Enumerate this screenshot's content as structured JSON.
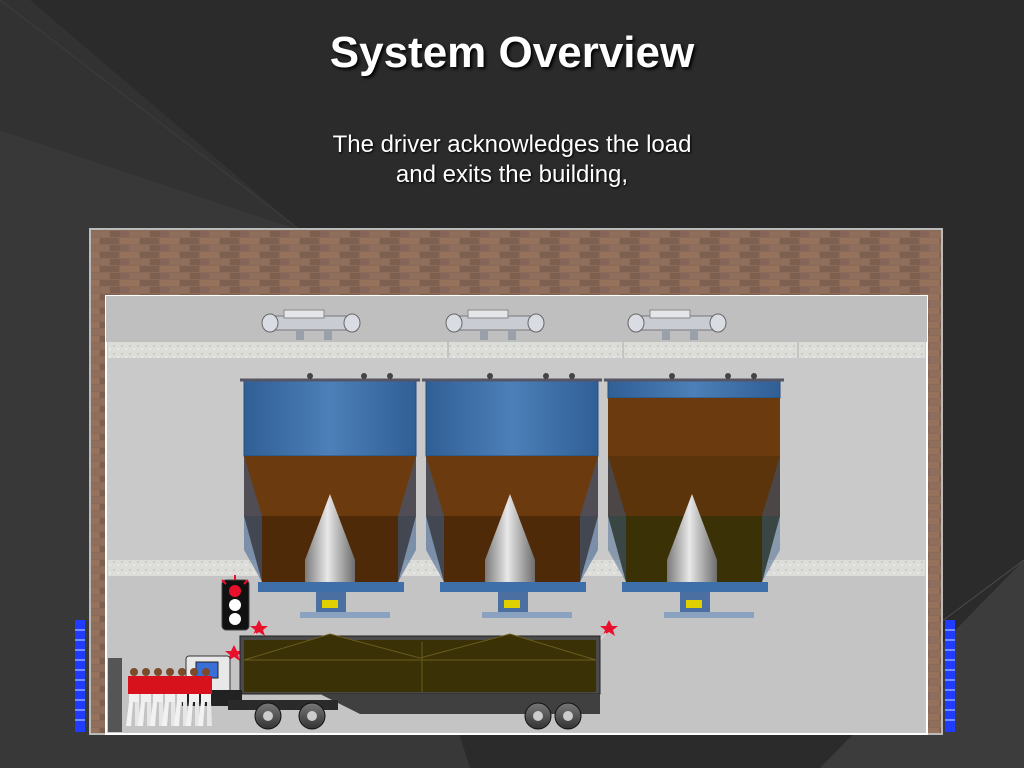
{
  "slide": {
    "title": "System Overview",
    "subtitle_line1": "The driver acknowledges the load",
    "subtitle_line2": "and exits the building,"
  },
  "scene": {
    "silos": [
      {
        "name": "silo-1",
        "fill_levels": [
          "blue-top",
          "brown-mid",
          "brown-dark-bottom"
        ]
      },
      {
        "name": "silo-2",
        "fill_levels": [
          "blue-top",
          "brown-mid",
          "brown-dark-bottom"
        ]
      },
      {
        "name": "silo-3",
        "fill_levels": [
          "brown-top",
          "brown-mid",
          "olive-bottom"
        ]
      }
    ],
    "conveyors": 3,
    "traffic_light": "red",
    "walking_people": 7,
    "icons": [
      "conveyor-icon",
      "silo-icon",
      "traffic-light-icon",
      "truck-icon",
      "person-icon",
      "sensor-icon",
      "spark-icon"
    ]
  },
  "colors": {
    "background": "#2c2c2c",
    "brick": "#8a6a58",
    "silo_blue": "#3f6fa8",
    "material_brown": "#6b3a0e",
    "material_olive": "#3a3206",
    "alarm_red": "#e8102a"
  }
}
